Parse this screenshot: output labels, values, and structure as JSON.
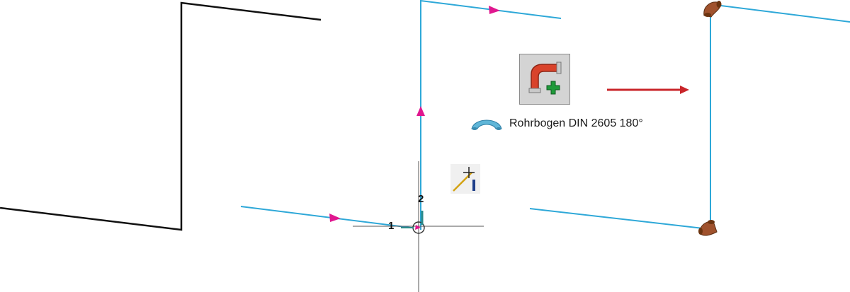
{
  "canvas": {
    "background": "#ffffff",
    "line_color_black": "#111111",
    "pipe_color": "#2ea8d8",
    "direction_marker_color": "#e0178f",
    "arrow_color": "#c9252a",
    "elbow_color": "#a0522d"
  },
  "toolbar": {
    "insert_pipe_fitting_icon": "pipe-fitting-add-icon"
  },
  "elbow_label": {
    "icon": "pipe-elbow-icon",
    "text": "Rohrbogen DIN 2605 180°"
  },
  "snap_tool": {
    "icon": "snap-line-icon"
  },
  "coordinate_system": {
    "axis_1_label": "1",
    "axis_2_label": "2"
  }
}
